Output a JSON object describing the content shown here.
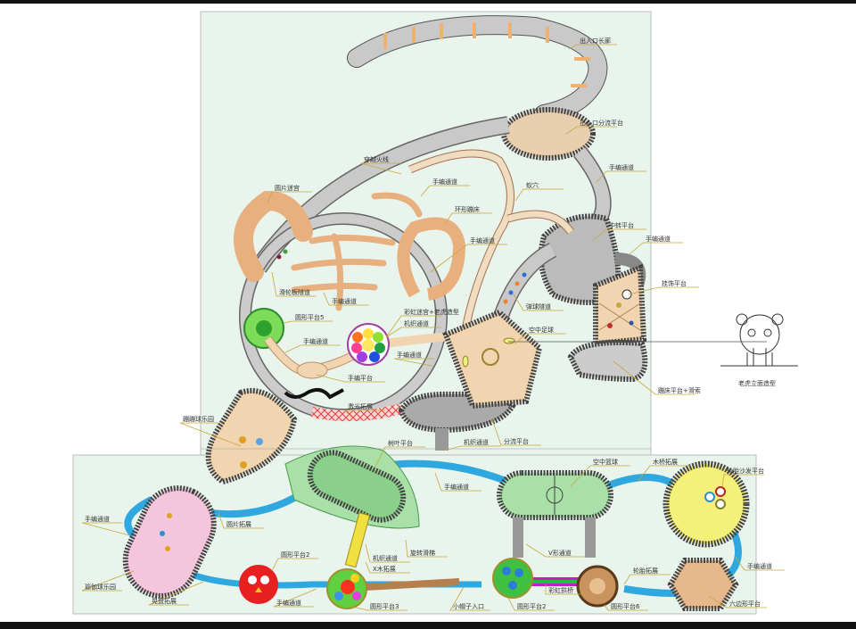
{
  "title": "老虎立面造型",
  "colors": {
    "panel_bg": "#e8f4ec",
    "gray_path": "#c9c9c9",
    "tan": "#f0d5b0",
    "orange_path": "#e7b07e",
    "blue_path": "#2fa8e0",
    "net_border": "#555555",
    "leader": "#c9a63a"
  },
  "labels": {
    "entrance_corridor": "出入口长廊",
    "entrance_split_platform": "出入口分流平台",
    "crawl_channel_right_top": "手编通道",
    "mid_platform": "中转平台",
    "crawl_channel_right_mid": "手编通道",
    "ornament_platform": "挂饰平台",
    "net_platform_slide": "蹦床平台+滑索",
    "tiger_elevation": "老虎立面造型",
    "fire_line": "穿越火线",
    "crawl_channel_upper": "手编通道",
    "ring_net": "环形蹦床",
    "cave": "蚁穴",
    "crawl_channel_center": "手编通道",
    "ear_maze": "圆片迷宫",
    "bead_tunnel": "滑轮板隧道",
    "crawl_channel_face": "手编通道",
    "round_platform_5": "圆形平台5",
    "rainbow_maze": "彩虹迷宫+老虎造型",
    "mech_channel_eye": "机织通道",
    "crawl_channel_eye_left": "手编通道",
    "crawl_channel_eye_right": "手编通道",
    "crawl_platform": "手编平台",
    "ball_tunnel": "弹球隧道",
    "sky_soccer": "空中足球",
    "laser_bridge": "激光拓展",
    "ball_pool_paw": "蹦蹦球乐园",
    "tree_platform": "树叶平台",
    "mech_channel_split": "机织通道",
    "split_platform": "分流平台",
    "crawl_channel_blue": "手编通道",
    "crawl_channel_left": "手编通道",
    "disc_bridge": "圆片拓展",
    "yoga_ball_park": "瑜伽球乐园",
    "swing_bridge": "晃盘拓展",
    "round_platform_2_bird": "圆形平台2",
    "crawl_channel_bottom": "手编通道",
    "mech_channel_x": "机织通道",
    "x_wood_bridge": "X木拓展",
    "spin_slide": "旋转滑梯",
    "round_platform_3": "圆形平台3",
    "small_hat_entrance": "小帽子入口",
    "round_platform_2": "圆形平台2",
    "rainbow_bridge": "彩虹拱桥",
    "round_platform_6": "圆形平台6",
    "sky_basketball": "空中篮球",
    "wood_bridge": "木桥拓展",
    "v_channel": "V形通道",
    "tire_bridge": "轮胎拓展",
    "tire_sand_platform": "轮胎沙发平台",
    "crawl_channel_far_right": "手编通道",
    "hexagon_platform": "六边形平台"
  }
}
